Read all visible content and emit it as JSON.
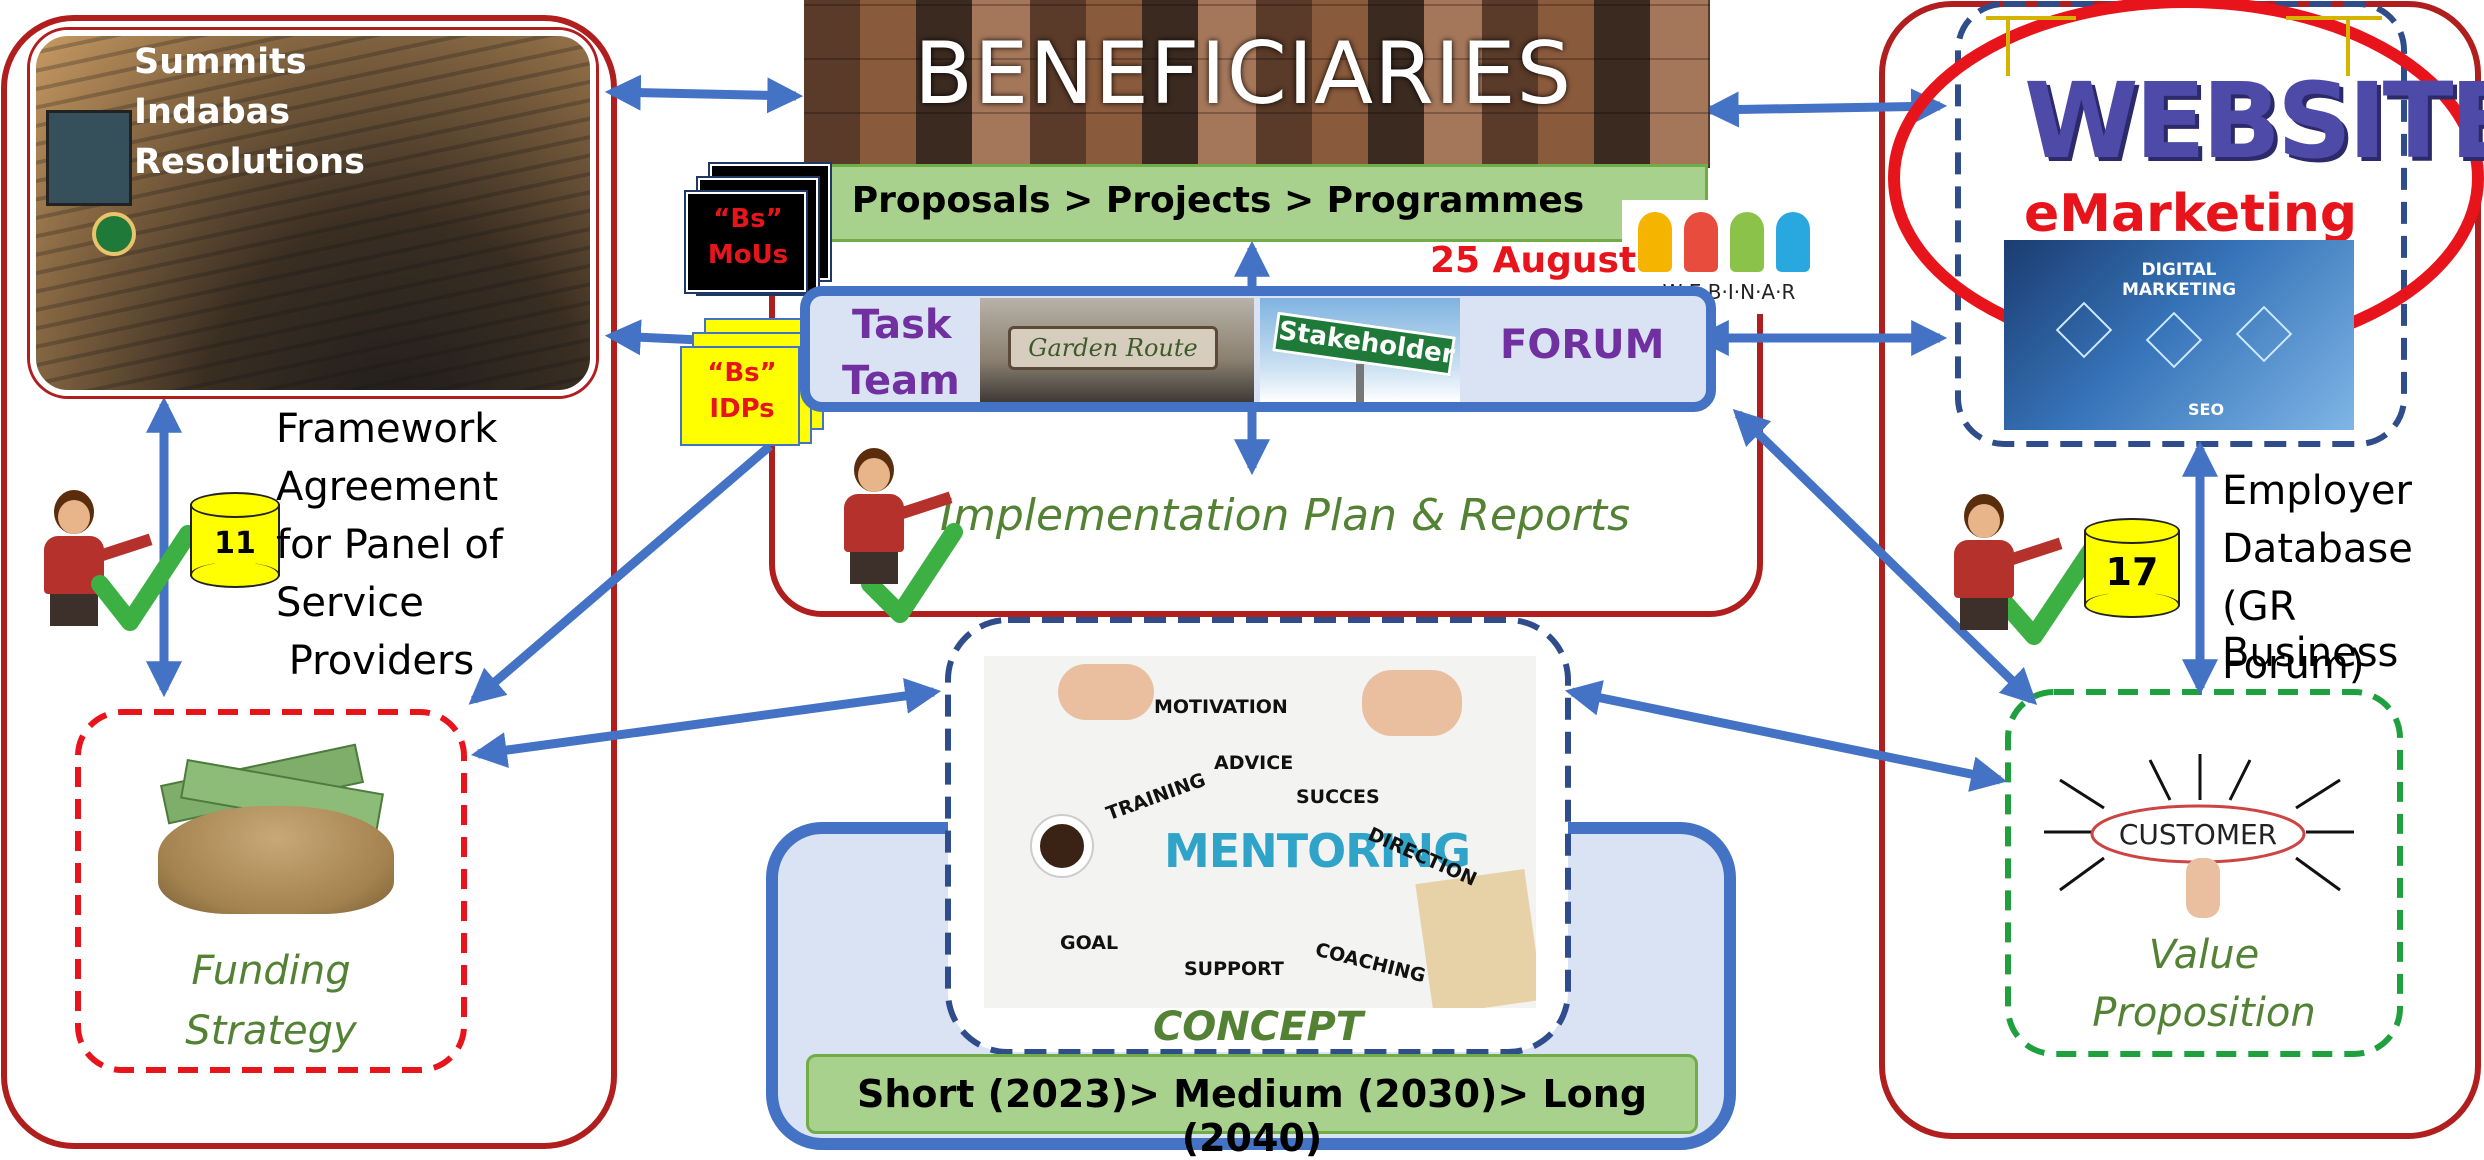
{
  "summits": {
    "line1": "Summits",
    "line2": "Indabas",
    "line3": "Resolutions"
  },
  "beneficiaries": {
    "title": "BENEFICIARIES",
    "pipeline": "Proposals > Projects > Programmes"
  },
  "webinar": {
    "date": "25 August",
    "wordmark": "W·E·B·I·N·A·R"
  },
  "bs_mous": {
    "line1": "“Bs”",
    "line2": "MoUs"
  },
  "bs_idps": {
    "line1": "“Bs”",
    "line2": "IDPs"
  },
  "forum": {
    "task_team_line1": "Task",
    "task_team_line2": "Team",
    "sign_left": "Garden Route",
    "sign_right": "Stakeholder",
    "label": "FORUM"
  },
  "implementation": {
    "label": "Implementation Plan & Reports"
  },
  "framework": {
    "lines": [
      "Framework",
      "Agreement",
      "for Panel of",
      "Service",
      " Providers"
    ],
    "badge": "11"
  },
  "funding": {
    "line1": "Funding",
    "line2": "Strategy"
  },
  "mentoring": {
    "center": "MENTORING",
    "words": [
      "MOTIVATION",
      "ADVICE",
      "TRAINING",
      "SUCCES",
      "DIRECTION",
      "GOAL",
      "SUPPORT",
      "COACHING"
    ]
  },
  "concept": {
    "label": "CONCEPT",
    "timeline": "Short (2023)> Medium (2030)> Long (2040)"
  },
  "website": {
    "wordmark": "WEBSITE",
    "emarketing": "eMarketing",
    "digital": "DIGITAL MARKETING",
    "seo": "SEO"
  },
  "employer_db": {
    "lines": [
      "Employer",
      "Database",
      "(GR Business",
      "Forum)"
    ],
    "badge": "17"
  },
  "value": {
    "customer": "CUSTOMER",
    "line1": "Value",
    "line2": "Proposition"
  },
  "colors": {
    "dark_red": "#B01E1E",
    "bright_red": "#E8141C",
    "blue": "#4472C4",
    "navy": "#2F4D8A",
    "green_text": "#548235",
    "green_box": "#A9D18E",
    "purple": "#7030A0",
    "light_blue_fill": "#DAE3F3",
    "yellow": "#FFFF00",
    "dashed_green": "#1FA03F"
  }
}
